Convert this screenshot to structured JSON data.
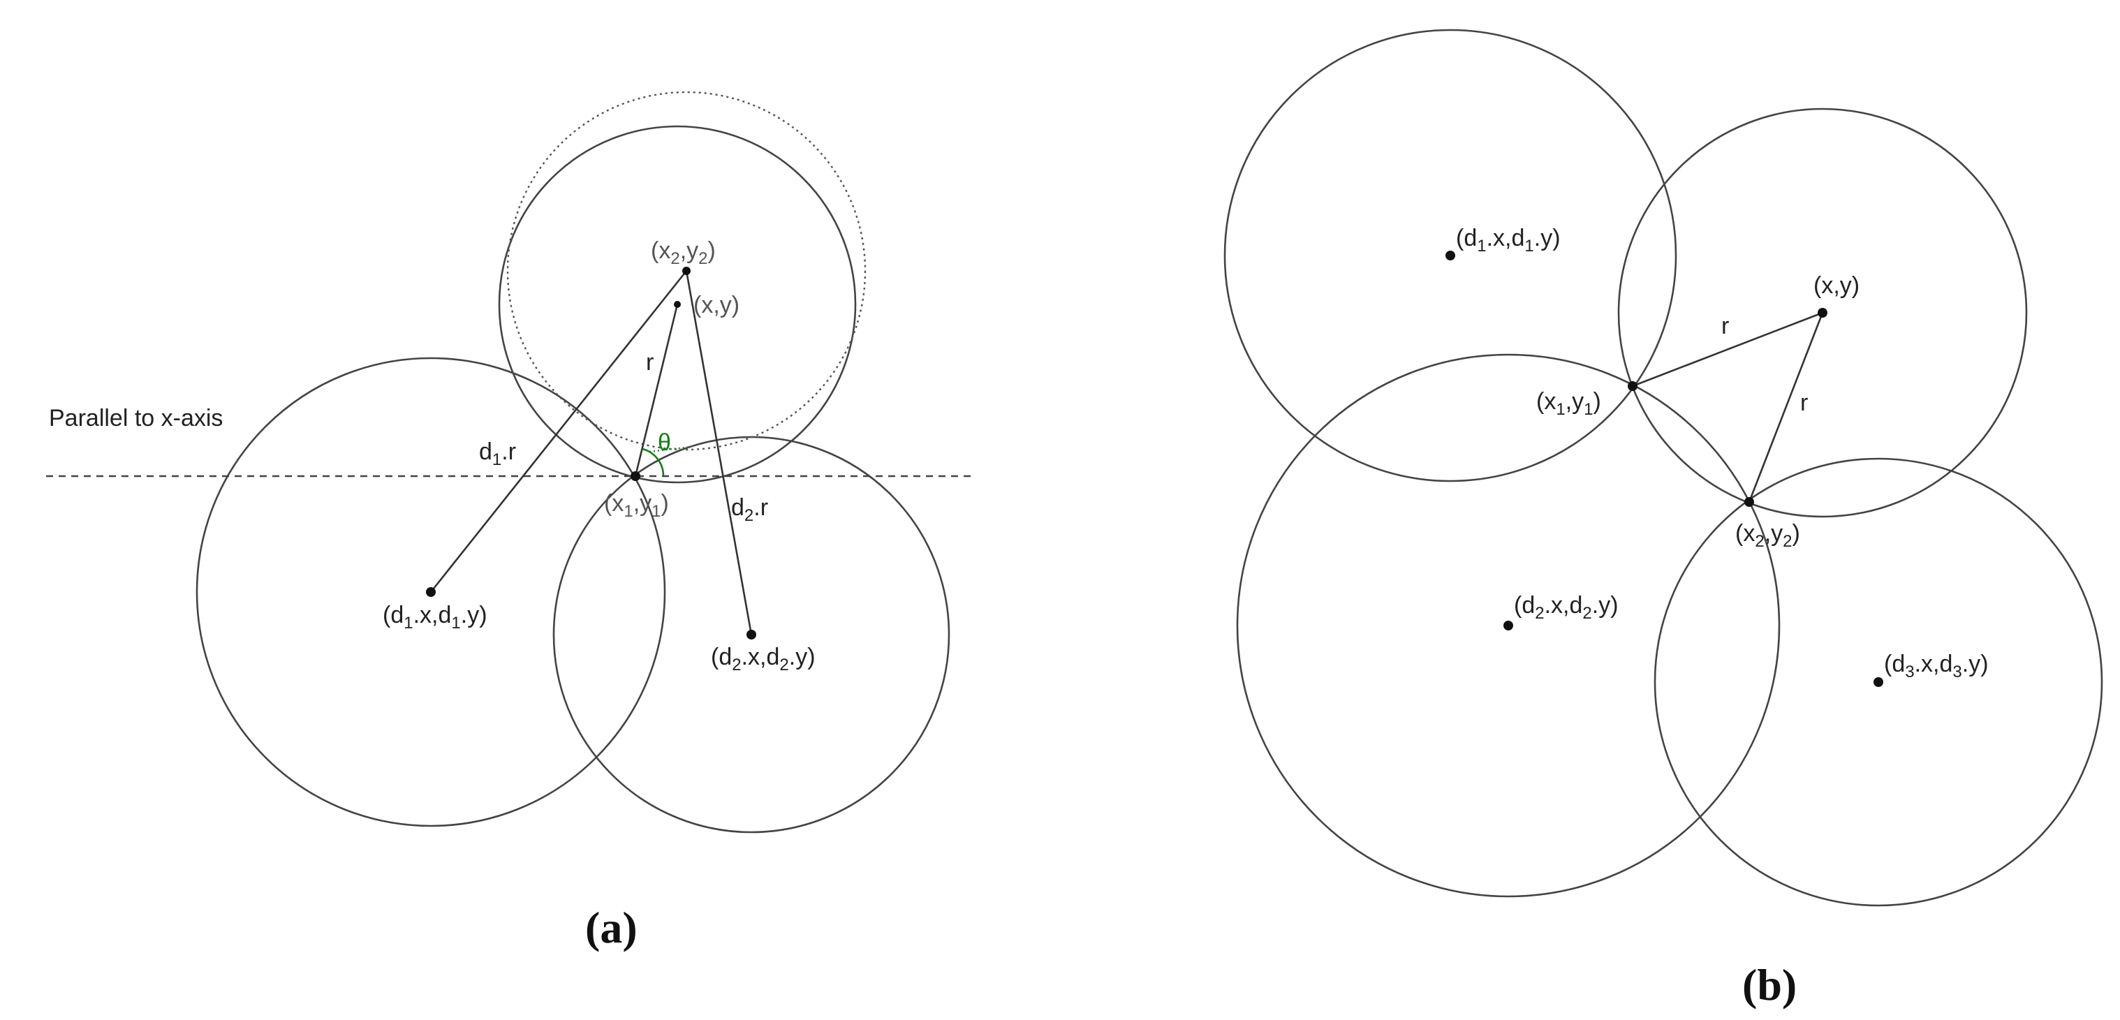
{
  "panel_a": {
    "caption": "(a)",
    "parallel_label": "Parallel to x-axis",
    "theta": "θ",
    "r": "r",
    "d1r": {
      "base": "d",
      "sub": "1",
      "tail": ".r"
    },
    "d2r": {
      "base": "d",
      "sub": "2",
      "tail": ".r"
    },
    "x2y2": {
      "p1": "(x",
      "s1": "2",
      "p2": ",y",
      "s2": "2",
      "p3": ")"
    },
    "xy": "(x,y)",
    "x1y1": {
      "p1": "(x",
      "s1": "1",
      "p2": ",y",
      "s2": "1",
      "p3": ")"
    },
    "d1xy": {
      "p1": "(d",
      "s1": "1",
      "p2": ".x,d",
      "s2": "1",
      "p3": ".y)"
    },
    "d2xy": {
      "p1": "(d",
      "s1": "2",
      "p2": ".x,d",
      "s2": "2",
      "p3": ".y)"
    }
  },
  "panel_b": {
    "caption": "(b)",
    "r": "r",
    "xy": "(x,y)",
    "d1xy": {
      "p1": "(d",
      "s1": "1",
      "p2": ".x,d",
      "s2": "1",
      "p3": ".y)"
    },
    "d2xy": {
      "p1": "(d",
      "s1": "2",
      "p2": ".x,d",
      "s2": "2",
      "p3": ".y)"
    },
    "d3xy": {
      "p1": "(d",
      "s1": "3",
      "p2": ".x,d",
      "s2": "3",
      "p3": ".y)"
    },
    "x1y1": {
      "p1": "(x",
      "s1": "1",
      "p2": ",y",
      "s2": "1",
      "p3": ")"
    },
    "x2y2": {
      "p1": "(x",
      "s1": "2",
      "p2": ",y",
      "s2": "2",
      "p3": ")"
    }
  }
}
